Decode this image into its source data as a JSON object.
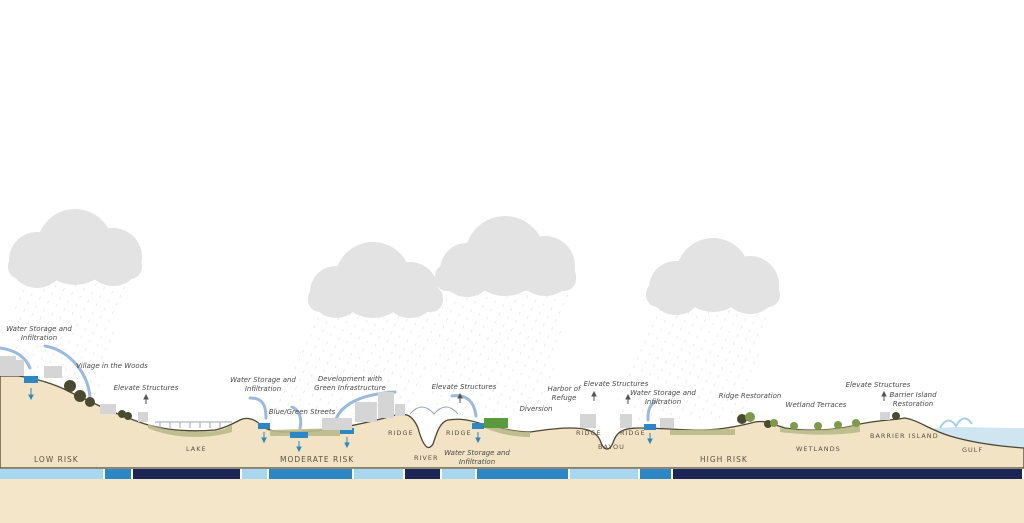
{
  "risk_zones": {
    "low": "LOW RISK",
    "moderate": "MODERATE RISK",
    "high": "HIGH RISK"
  },
  "landforms": {
    "lake": "LAKE",
    "ridge_1": "RIDGE",
    "river": "RIVER",
    "ridge_2": "RIDGE",
    "ridge_3": "RIDGE",
    "bayou": "BAYOU",
    "ridge_4": "RIDGE",
    "wetlands": "WETLANDS",
    "barrier_island": "BARRIER ISLAND",
    "gulf": "GULF"
  },
  "strategies": {
    "water_storage_1_line1": "Water Storage and",
    "water_storage_1_line2": "Infiltration",
    "village_woods": "Village in the Woods",
    "elevate_1": "Elevate Structures",
    "water_storage_2_line1": "Water Storage and",
    "water_storage_2_line2": "Infiltration",
    "development_line1": "Development with",
    "development_line2": "Green Infrastructure",
    "blue_green_streets": "Blue/Green Streets",
    "elevate_2": "Elevate Structures",
    "water_storage_3_line1": "Water Storage and",
    "water_storage_3_line2": "Infiltration",
    "diversion": "Diversion",
    "harbor_line1": "Harbor of",
    "harbor_line2": "Refuge",
    "elevate_3": "Elevate Structures",
    "water_storage_4_line1": "Water Storage and",
    "water_storage_4_line2": "Infiltration",
    "ridge_restoration": "Ridge Restoration",
    "wetland_terraces": "Wetland Terraces",
    "elevate_4": "Elevate Structures",
    "barrier_line1": "Barrier Island",
    "barrier_line2": "Restoration"
  },
  "colors": {
    "ground": "#f1e3c3",
    "ground_deep": "#f4e6c8",
    "cloud": "#e3e3e3",
    "rain": "#dcdcdc",
    "wetland": "#b8b98a",
    "water_light": "#a8d8ef",
    "water_mid": "#2d87c4",
    "water_dark": "#1b2556",
    "flow_arrow": "#9bb9dd",
    "building": "#d7d7d7",
    "tree": "#4b4a30",
    "gulf": "#cfe6f1"
  },
  "risk_bar_segments": [
    {
      "level": "light"
    },
    {
      "level": "mid"
    },
    {
      "level": "dark"
    },
    {
      "level": "light"
    },
    {
      "level": "mid"
    },
    {
      "level": "light"
    },
    {
      "level": "dark"
    },
    {
      "level": "light"
    },
    {
      "level": "mid"
    },
    {
      "level": "light"
    },
    {
      "level": "mid"
    },
    {
      "level": "dark"
    }
  ]
}
